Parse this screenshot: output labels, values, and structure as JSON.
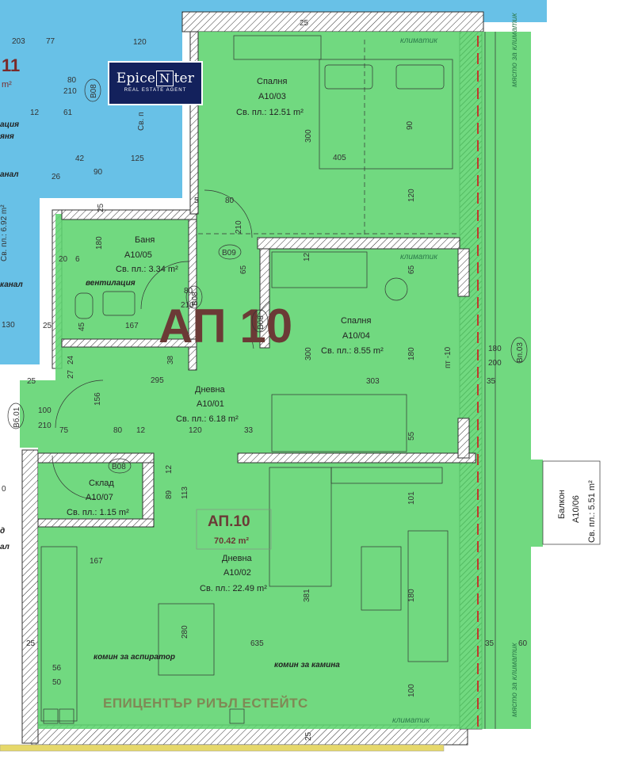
{
  "apartment": {
    "title": "АП 10",
    "label": "АП.10",
    "area": "70.42 m²"
  },
  "rooms": {
    "bedroom1": {
      "name": "Спалня",
      "code": "A10/03",
      "area": "Св. пл.: 12.51 m²"
    },
    "bathroom": {
      "name": "Баня",
      "code": "A10/05",
      "area": "Св. пл.: 3.34 m²"
    },
    "bedroom2": {
      "name": "Спалня",
      "code": "A10/04",
      "area": "Св. пл.: 8.55 m²"
    },
    "hall": {
      "name": "Дневна",
      "code": "A10/01",
      "area": "Св. пл.: 6.18 m²"
    },
    "storage": {
      "name": "Склад",
      "code": "A10/07",
      "area": "Св. пл.: 1.15 m²"
    },
    "living": {
      "name": "Дневна",
      "code": "A10/02",
      "area": "Св. пл.: 22.49 m²"
    },
    "balcony": {
      "name": "Балкон",
      "code": "A10/06",
      "area": "Св. пл.: 5.51 m²"
    }
  },
  "neighbor": {
    "number": "11",
    "unit": "m²",
    "label1": "ация",
    "label2": "яня",
    "label3": "анал",
    "label4": "канал",
    "label5": "Св. пл.: 6.92 m²",
    "label6": "д",
    "label7": "ал",
    "label8": "Св. п",
    "label9": "0"
  },
  "annotations": {
    "ventilation": "вентилация",
    "chimney_hood": "комин за аспиратор",
    "chimney_fireplace": "комин за камина",
    "ac": "климатик",
    "ac_place": "място за климатик",
    "windows": [
      "B09",
      "B08",
      "B08",
      "B08",
      "B08"
    ],
    "windows_side": [
      "Вп.03",
      "Вб.01"
    ],
    "pt": "пт -10"
  },
  "dimensions": {
    "d203": "203",
    "d77": "77",
    "d120": "120",
    "d25a": "25",
    "d80a": "80",
    "d210a": "210",
    "d12a": "12",
    "d61": "61",
    "d42": "42",
    "d125": "125",
    "d26": "26",
    "d90a": "90",
    "d405": "405",
    "d300a": "300",
    "d90b": "90",
    "d120b": "120",
    "d5": "5",
    "d80b": "80",
    "d210b": "210",
    "d180a": "180",
    "d65a": "65",
    "d12b": "12",
    "d65b": "65",
    "d20": "20",
    "d6": "6",
    "d45": "45",
    "d167a": "167",
    "d130": "130",
    "d80c": "80",
    "d210c": "210",
    "d24": "24",
    "d38": "38",
    "d300b": "300",
    "d180b": "180",
    "d303": "303",
    "d180c": "180",
    "d200": "200",
    "d35a": "35",
    "d27": "27",
    "d295": "295",
    "d156": "156",
    "d100a": "100",
    "d210d": "210",
    "d75": "75",
    "d80d": "80",
    "d12c": "12",
    "d120c": "120",
    "d33": "33",
    "d55": "55",
    "d12d": "12",
    "d89": "89",
    "d113": "113",
    "d101": "101",
    "d167b": "167",
    "d381": "381",
    "d280": "280",
    "d180d": "180",
    "d635": "635",
    "d56": "56",
    "d50": "50",
    "d100b": "100",
    "d35b": "35",
    "d60": "60",
    "d25b": "25",
    "d25c": "25",
    "d25d": "25",
    "d25e": "25",
    "d25f": "25"
  },
  "logo": {
    "name_a": "Epice",
    "name_n": "N",
    "name_b": "ter",
    "tagline": "REAL ESTATE AGENT"
  },
  "watermark": "ЕПИЦЕНТЪР РИЪЛ ЕСТЕЙТС",
  "colors": {
    "apartment_fill": "#5dd46e",
    "neighbor_fill": "#4db6e3",
    "title_color": "#6b3a36"
  }
}
